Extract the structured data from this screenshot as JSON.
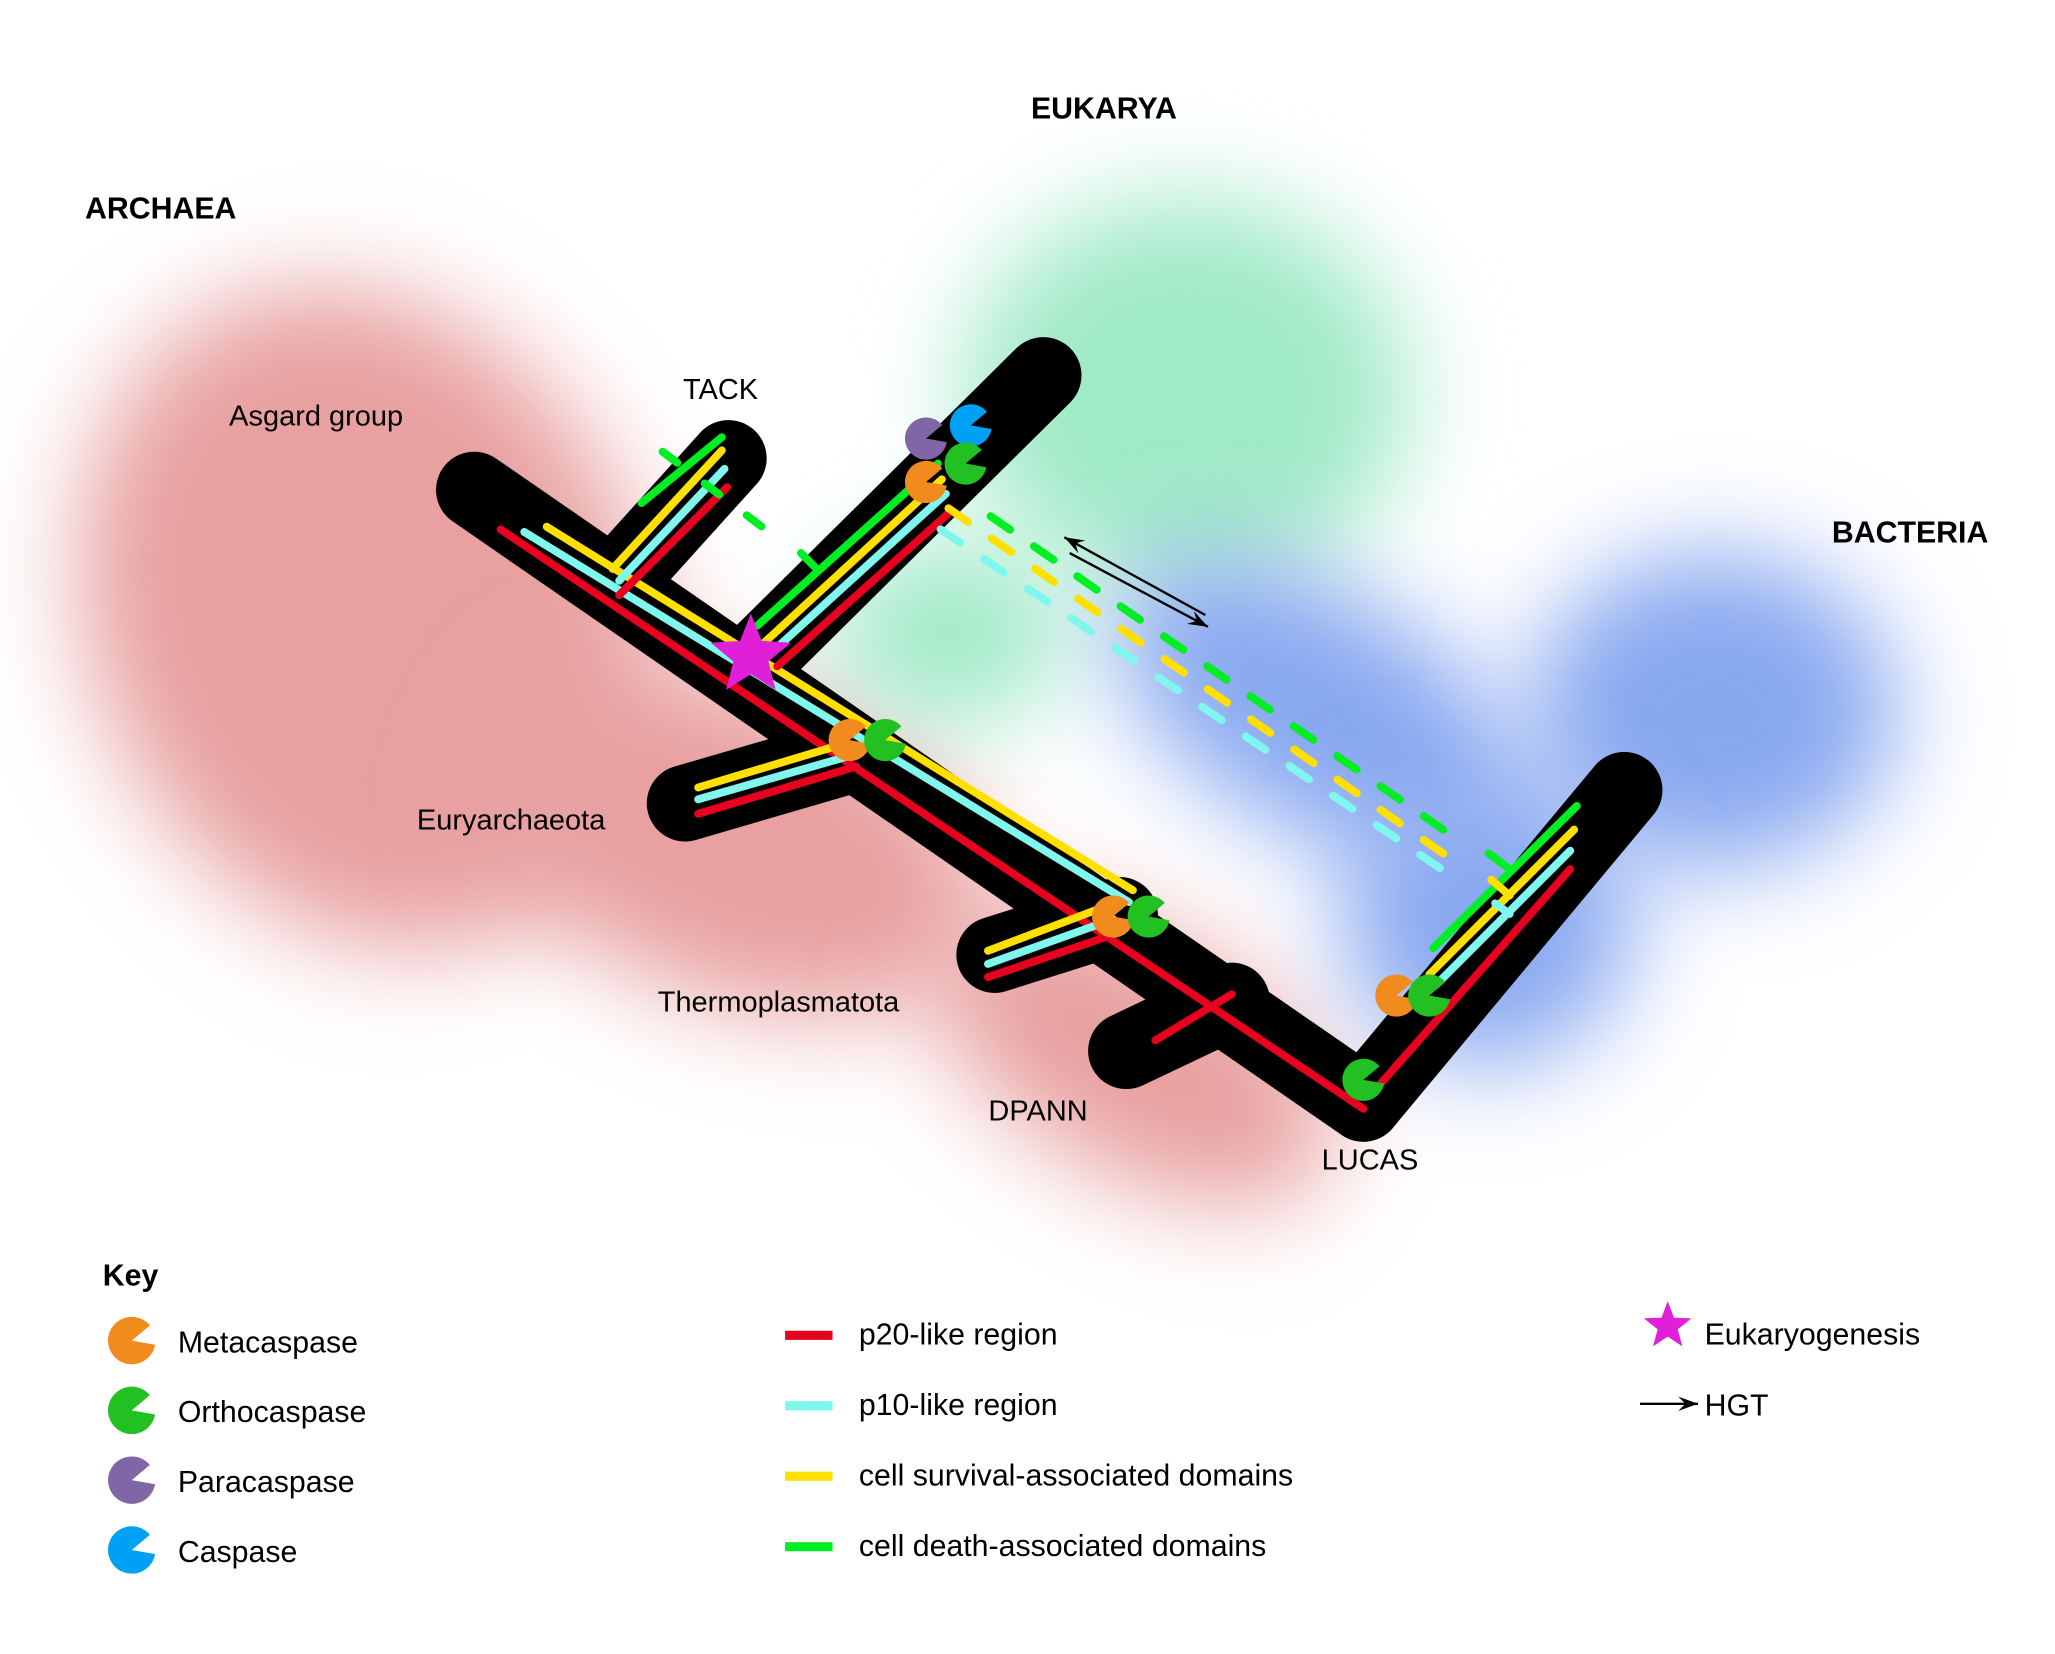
{
  "domains": {
    "eukarya": "EUKARYA",
    "archaea": "ARCHAEA",
    "bacteria": "BACTERIA"
  },
  "clades": {
    "asgard": "Asgard group",
    "tack": "TACK",
    "euryarchaeota": "Euryarchaeota",
    "thermoplasmatota": "Thermoplasmatota",
    "dpann": "DPANN",
    "lucas": "LUCAS"
  },
  "key": {
    "title": "Key",
    "enzymes": [
      {
        "label": "Metacaspase",
        "color": "#f28b1e",
        "icon": "pacman-icon"
      },
      {
        "label": "Orthocaspase",
        "color": "#22c022",
        "icon": "pacman-icon"
      },
      {
        "label": "Paracaspase",
        "color": "#8066a6",
        "icon": "pacman-icon"
      },
      {
        "label": "Caspase",
        "color": "#00a0f5",
        "icon": "pacman-icon"
      }
    ],
    "regions": [
      {
        "label": "p20-like region",
        "color": "#e8001f"
      },
      {
        "label": "p10-like region",
        "color": "#7ff7ee"
      },
      {
        "label": "cell survival-associated domains",
        "color": "#ffe000"
      },
      {
        "label": "cell death-associated domains",
        "color": "#00ee22"
      }
    ],
    "events": [
      {
        "label": "Eukaryogenesis",
        "icon": "star-icon",
        "color": "#e020d8"
      },
      {
        "label": "HGT",
        "icon": "arrow-icon",
        "color": "#000000"
      }
    ]
  },
  "colors": {
    "archaea_blob": "#e8a0a0",
    "eukarya_blob": "#a0eac8",
    "bacteria_blob": "#88a8f0",
    "tree": "#000000"
  }
}
